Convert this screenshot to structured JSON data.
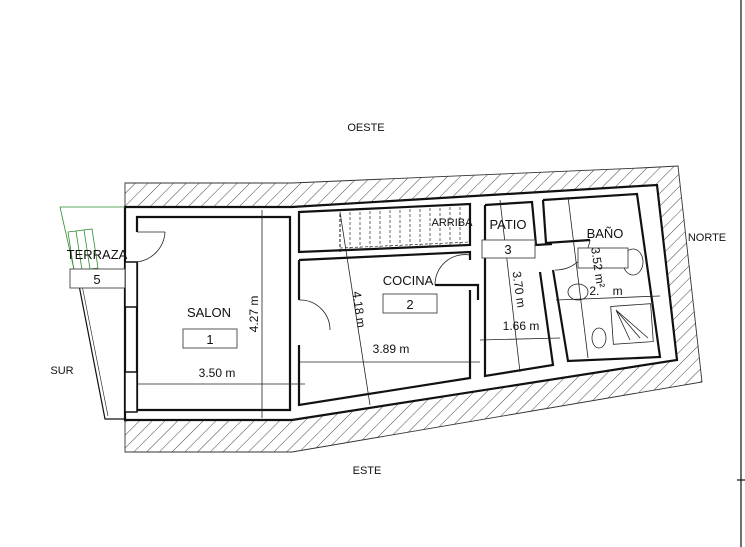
{
  "orientation": {
    "north": "NORTE",
    "south": "SUR",
    "east": "ESTE",
    "west": "OESTE"
  },
  "rooms": [
    {
      "name": "SALON",
      "number": "1"
    },
    {
      "name": "COCINA",
      "number": "2"
    },
    {
      "name": "PATIO",
      "number": "3"
    },
    {
      "name": "BAÑO",
      "number": ""
    },
    {
      "name": "TERRAZA",
      "number": "5"
    }
  ],
  "stair_label": "ARRIBA",
  "dimensions": {
    "salon_height": "4.27 m",
    "salon_width": "3.50 m",
    "cocina_height": "4.18 m",
    "cocina_width": "3.89 m",
    "patio_height": "3.70 m",
    "patio_width": "1.66 m",
    "bano_area": "3.52 m²",
    "bano_width": "2.    m"
  },
  "colors": {
    "terrace_outline": "#2e8b2e",
    "line": "#111111"
  }
}
